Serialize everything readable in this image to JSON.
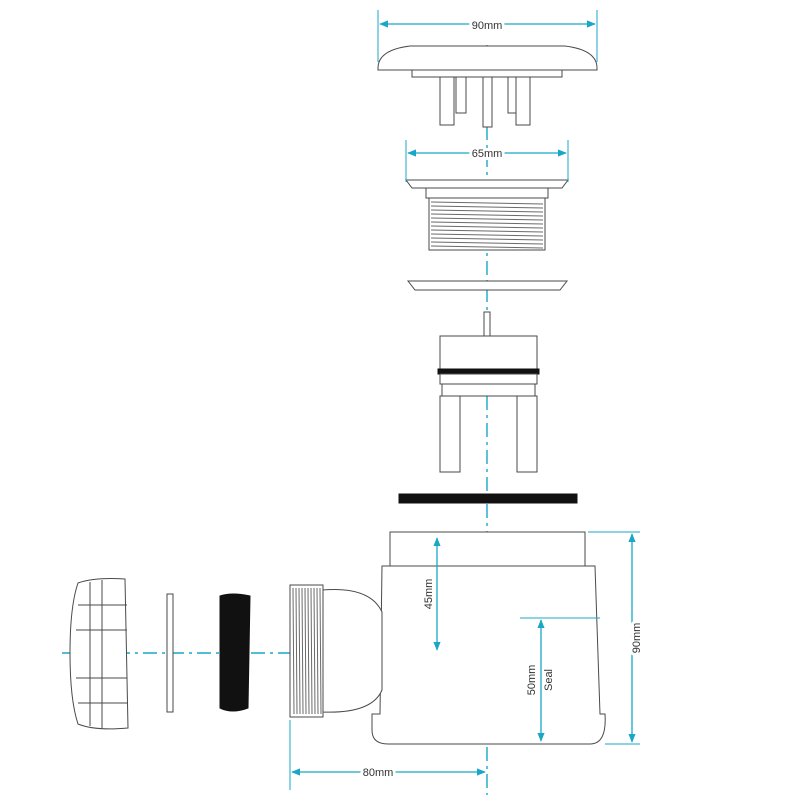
{
  "dimensions": {
    "cap_width": "90mm",
    "body_width": "65mm",
    "chamber_height": "45mm",
    "seal_height": "50mm",
    "seal_label": "Seal",
    "total_height": "90mm",
    "outlet_length": "80mm"
  },
  "colors": {
    "dimension": "#1aa7c7",
    "outline": "#4a4a4a",
    "washer": "#111111"
  }
}
